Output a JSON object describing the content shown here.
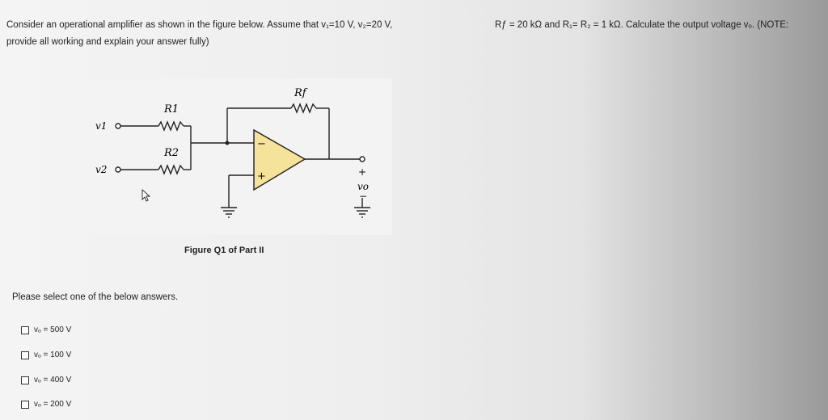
{
  "question": {
    "line1a": "Consider an operational amplifier as shown in the figure below. Assume that v₁=10 V, v₂=20 V,",
    "line1b": "Rƒ = 20 kΩ and R₁= R₂ = 1 kΩ. Calculate the output voltage vₒ. (NOTE:",
    "line2": "provide all working and explain your answer fully)"
  },
  "figure": {
    "caption": "Figure Q1 of Part II",
    "labels": {
      "rf": "Rf",
      "r1": "R1",
      "r2": "R2",
      "v1": "v1",
      "v2": "v2",
      "vo": "vo",
      "plus": "+",
      "minus": "−"
    }
  },
  "prompt": "Please select one of the below answers.",
  "options": [
    {
      "label": "vₒ = 500 V"
    },
    {
      "label": "vₒ = 100 V"
    },
    {
      "label": "vₒ = 400 V"
    },
    {
      "label": "vₒ = 200 V"
    }
  ]
}
